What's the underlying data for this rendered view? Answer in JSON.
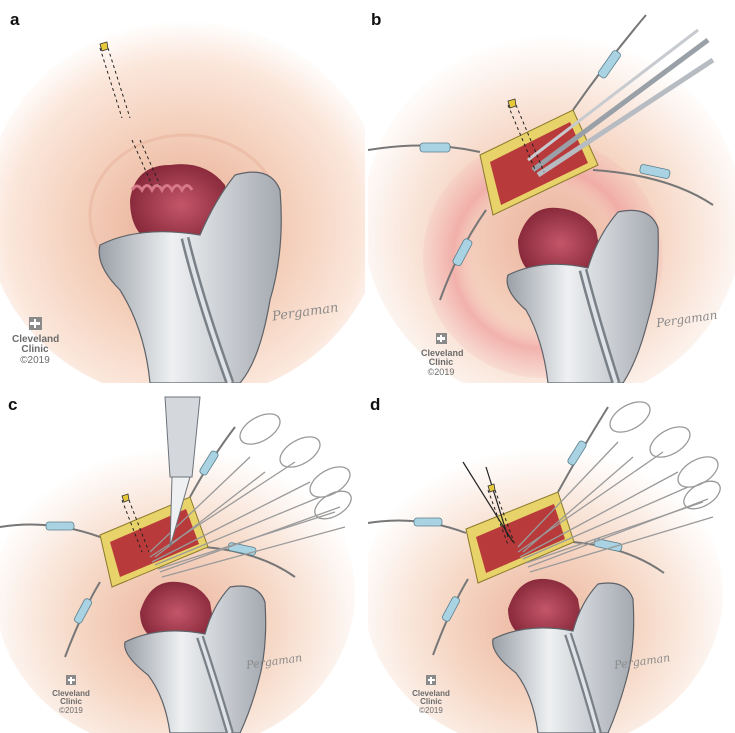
{
  "panels": [
    {
      "id": "a",
      "label": "a",
      "logo": {
        "line1": "Cleveland",
        "line2": "Clinic",
        "year": "©2019"
      }
    },
    {
      "id": "b",
      "label": "b",
      "logo": {
        "line1": "Cleveland",
        "line2": "Clinic",
        "year": "©2019"
      }
    },
    {
      "id": "c",
      "label": "c",
      "logo": {
        "line1": "Cleveland",
        "line2": "Clinic",
        "year": "©2019"
      }
    },
    {
      "id": "d",
      "label": "d",
      "logo": {
        "line1": "Cleveland",
        "line2": "Clinic",
        "year": "©2019"
      }
    }
  ],
  "signature": "Pergaman",
  "colors": {
    "skin": "#f6d8c6",
    "skin_shadow": "#e8b79c",
    "cervix": "#a8374a",
    "cervix_dark": "#7e2233",
    "speculum": "#cfd3d8",
    "speculum_dark": "#8f959c",
    "incision_fat": "#e8d26a",
    "muscle": "#b83a3a",
    "retractor_tip": "#a9d3e3",
    "halo": "#f2a9a9",
    "logo_gray": "#8a8a8a"
  }
}
